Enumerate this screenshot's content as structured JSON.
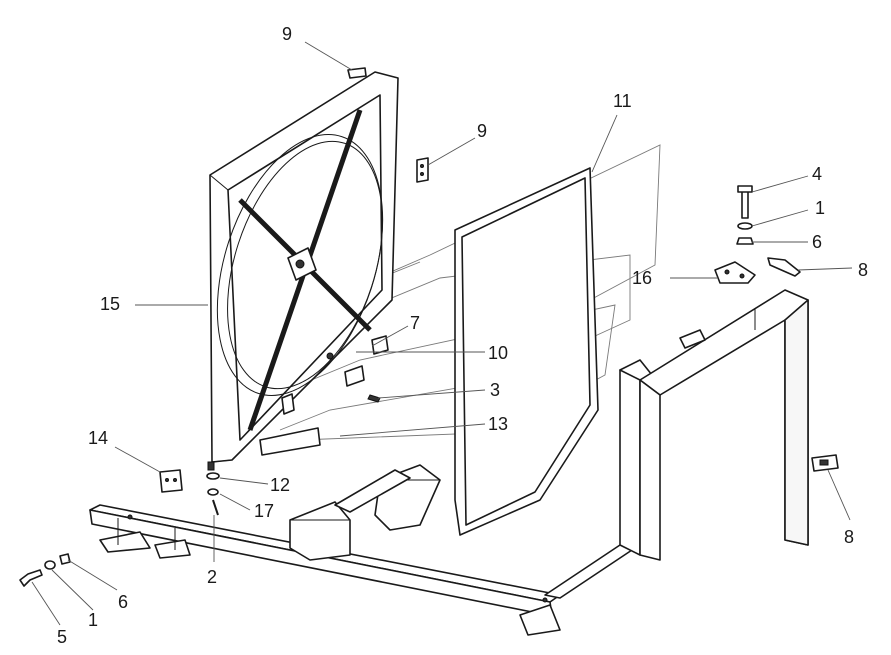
{
  "callouts": [
    {
      "id": "c1",
      "label": "9"
    },
    {
      "id": "c2",
      "label": "9"
    },
    {
      "id": "c3",
      "label": "11"
    },
    {
      "id": "c4",
      "label": "4"
    },
    {
      "id": "c5",
      "label": "1"
    },
    {
      "id": "c6",
      "label": "6"
    },
    {
      "id": "c7",
      "label": "16"
    },
    {
      "id": "c8",
      "label": "8"
    },
    {
      "id": "c9",
      "label": "15"
    },
    {
      "id": "c10",
      "label": "7"
    },
    {
      "id": "c11",
      "label": "10"
    },
    {
      "id": "c12",
      "label": "3"
    },
    {
      "id": "c13",
      "label": "13"
    },
    {
      "id": "c14",
      "label": "14"
    },
    {
      "id": "c15",
      "label": "12"
    },
    {
      "id": "c16",
      "label": "17"
    },
    {
      "id": "c17",
      "label": "2"
    },
    {
      "id": "c18",
      "label": "8"
    },
    {
      "id": "c19",
      "label": "6"
    },
    {
      "id": "c20",
      "label": "1"
    },
    {
      "id": "c21",
      "label": "5"
    }
  ]
}
